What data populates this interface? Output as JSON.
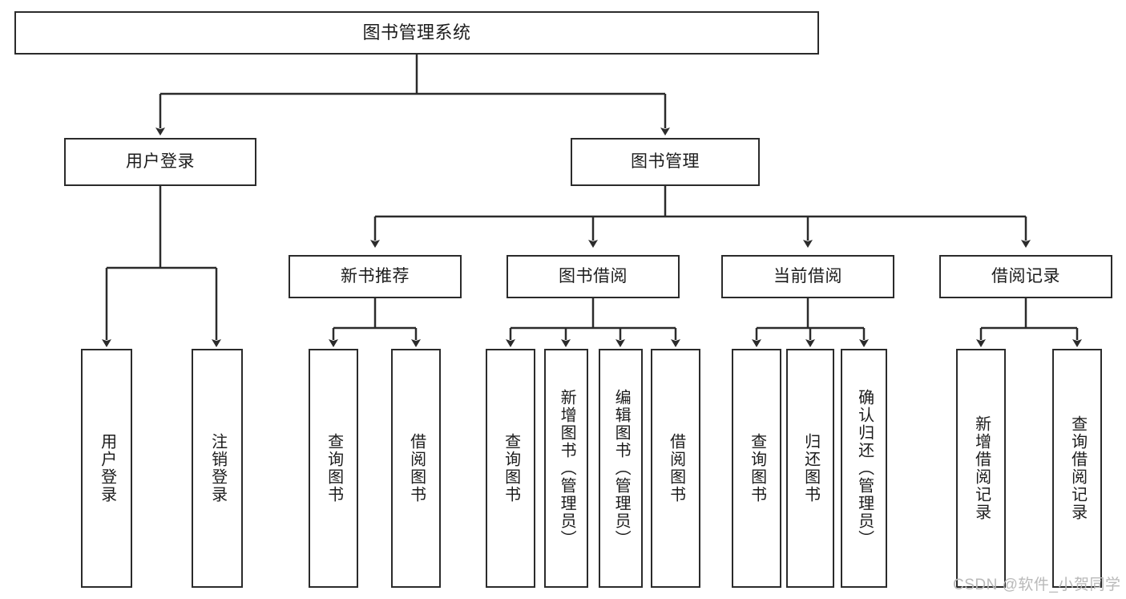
{
  "diagram": {
    "title": "图书管理系统",
    "type": "tree-hierarchy",
    "root": {
      "label": "图书管理系统"
    },
    "level2": [
      {
        "label": "用户登录"
      },
      {
        "label": "图书管理"
      }
    ],
    "level3": [
      {
        "label": "新书推荐"
      },
      {
        "label": "图书借阅"
      },
      {
        "label": "当前借阅"
      },
      {
        "label": "借阅记录"
      }
    ],
    "leaves": {
      "user_login": [
        {
          "label": "用户登录"
        },
        {
          "label": "注销登录"
        }
      ],
      "new_book_recommend": [
        {
          "label": "查询图书"
        },
        {
          "label": "借阅图书"
        }
      ],
      "book_borrow": [
        {
          "label": "查询图书"
        },
        {
          "label": "新增图书（管理员）"
        },
        {
          "label": "编辑图书（管理员）"
        },
        {
          "label": "借阅图书"
        }
      ],
      "current_borrow": [
        {
          "label": "查询图书"
        },
        {
          "label": "归还图书"
        },
        {
          "label": "确认归还（管理员）"
        }
      ],
      "borrow_record": [
        {
          "label": "新增借阅记录"
        },
        {
          "label": "查询借阅记录"
        }
      ]
    }
  },
  "watermark": {
    "text": "CSDN @软件_小贺同学"
  },
  "colors": {
    "stroke": "#2b2b2b",
    "fill": "#ffffff",
    "text": "#1c1c1c",
    "watermark": "#b9b9b9"
  }
}
